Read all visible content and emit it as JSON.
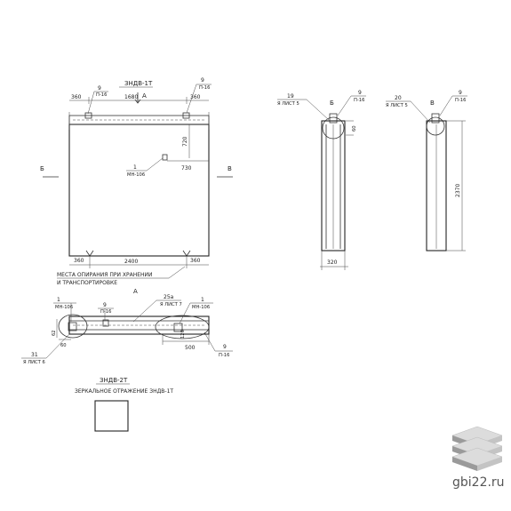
{
  "main_view": {
    "mark": "ЗНДВ-1Т",
    "section_a": "А",
    "top_dims": [
      "360",
      "1680",
      "360"
    ],
    "call_9": "9",
    "call_9_sub": "П-16",
    "call_9r": "9",
    "call_9r_sub": "П-16",
    "dim_720": "720",
    "dim_730": "730",
    "call_1": "1",
    "call_1_sub": "МН-106",
    "section_b_left": "Б",
    "section_b_right": "В",
    "bottom_dims": [
      "360",
      "2400",
      "360"
    ],
    "note_line1": "МЕСТА ОПИРАНИЯ ПРИ ХРАНЕНИИ",
    "note_line2": "И ТРАНСПОРТИРОВКЕ",
    "section_a_bottom": "А"
  },
  "section_b": {
    "label": "Б",
    "call_19": "19",
    "call_19_sub": "Я ЛИСТ 5",
    "call_9": "9",
    "call_9_sub": "П-16",
    "dim_side": "60",
    "dim_bottom": "320"
  },
  "section_v": {
    "label": "В",
    "call_20": "20",
    "call_20_sub": "Я ЛИСТ 5",
    "call_9": "9",
    "call_9_sub": "П-16",
    "dim_height": "2370"
  },
  "plan_view": {
    "call_1_left": "1",
    "call_1_left_sub": "МН-106",
    "call_9": "9",
    "call_9_sub": "П-16",
    "call_25": "25а",
    "call_25_sub": "Я ЛИСТ 7",
    "call_1_right": "1",
    "call_1_right_sub": "МН-106",
    "dim_62": "62",
    "dim_60": "60",
    "dim_500": "500",
    "call_9_bottom": "9",
    "call_9_bottom_sub": "П-16",
    "call_31": "31",
    "call_31_sub": "Я ЛИСТ 6",
    "dim_inner": "120"
  },
  "mirror_note": {
    "mark": "ЗНДВ-2Т",
    "text": "ЗЕРКАЛЬНОЕ ОТРАЖЕНИЕ ЗНДВ-1Т"
  },
  "watermark": {
    "site": "gbi22.ru"
  }
}
